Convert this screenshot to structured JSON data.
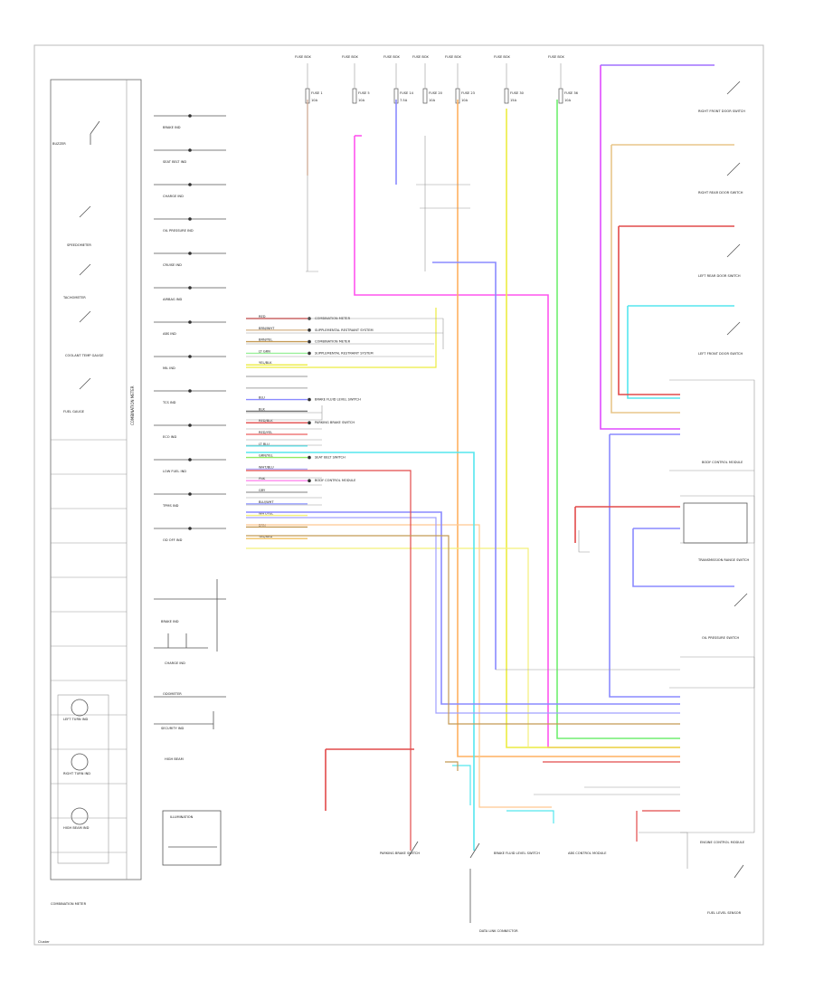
{
  "cluster": {
    "items": [
      {
        "key": "buzzer",
        "label": "BUZZER"
      },
      {
        "key": "speedometer",
        "label": "SPEEDOMETER"
      },
      {
        "key": "tachometer",
        "label": "TACHOMETER"
      },
      {
        "key": "coolant",
        "label": "COOLANT TEMP GAUGE"
      },
      {
        "key": "fuel",
        "label": "FUEL GAUGE"
      }
    ],
    "indicators": [
      "BRAKE IND",
      "SEAT BELT IND",
      "CHARGE IND",
      "OIL PRESSURE IND",
      "CRUISE IND",
      "AIRBAG IND",
      "ABS IND",
      "MIL IND",
      "TCS IND",
      "ECO IND",
      "LOW FUEL IND",
      "TPMS IND",
      "OD OFF IND"
    ],
    "lower_labels": [
      "BRAKE IND",
      "CHARGE IND",
      "ODOMETER",
      "SECURITY IND",
      "HIGH BEAM",
      "ILLUMINATION"
    ],
    "bulbs": [
      "LEFT TURN IND",
      "RIGHT TURN IND",
      "HIGH BEAM IND"
    ],
    "rail": "COMBINATION METER",
    "caption": "COMBINATION METER"
  },
  "fuses": [
    {
      "box": "FUSE BOX",
      "fuse": "FUSE 1",
      "amp": "10A"
    },
    {
      "box": "FUSE BOX",
      "fuse": "FUSE 5",
      "amp": "10A"
    },
    {
      "box": "FUSE BOX",
      "fuse": "FUSE 14",
      "amp": "7.5A"
    },
    {
      "box": "FUSE BOX",
      "fuse": "FUSE 20",
      "amp": "10A"
    },
    {
      "box": "FUSE BOX",
      "fuse": "FUSE 23",
      "amp": "10A"
    },
    {
      "box": "FUSE BOX",
      "fuse": "FUSE 30",
      "amp": "15A"
    },
    {
      "box": "FUSE BOX",
      "fuse": "FUSE 36",
      "amp": "10A"
    }
  ],
  "connector_rows": [
    {
      "color": "RED",
      "label": "COMBINATION METER"
    },
    {
      "color": "BRN/WHT",
      "label": "SUPPLEMENTAL RESTRAINT SYSTEM"
    },
    {
      "color": "BRN/YEL",
      "label": "COMBINATION METER"
    },
    {
      "color": "LT GRN",
      "label": "SUPPLEMENTAL RESTRAINT SYSTEM"
    },
    {
      "color": "YEL/BLK",
      "label": ""
    },
    {
      "color": "",
      "label": ""
    },
    {
      "color": "",
      "label": ""
    },
    {
      "color": "BLU",
      "label": "BRAKE FLUID LEVEL SWITCH"
    },
    {
      "color": "BLK",
      "label": ""
    },
    {
      "color": "RED/BLK",
      "label": "PARKING BRAKE SWITCH"
    },
    {
      "color": "RED/YEL",
      "label": ""
    },
    {
      "color": "LT BLU",
      "label": ""
    },
    {
      "color": "GRN/YEL",
      "label": "SEAT BELT SWITCH"
    },
    {
      "color": "WHT/BLU",
      "label": ""
    },
    {
      "color": "PNK",
      "label": "BODY CONTROL MODULE"
    },
    {
      "color": "GRY",
      "label": ""
    },
    {
      "color": "BLU/WHT",
      "label": ""
    },
    {
      "color": "WHT/YEL",
      "label": ""
    },
    {
      "color": "BRN",
      "label": ""
    },
    {
      "color": "YEL/RED",
      "label": ""
    }
  ],
  "right_components": [
    "RIGHT FRONT DOOR SWITCH",
    "RIGHT REAR DOOR SWITCH",
    "LEFT REAR DOOR SWITCH",
    "LEFT FRONT DOOR SWITCH",
    "BODY CONTROL MODULE",
    "TRANSMISSION RANGE SWITCH",
    "OIL PRESSURE SWITCH",
    "ENGINE CONTROL MODULE",
    "FUEL LEVEL SENSOR"
  ],
  "bottom_components": [
    "PARKING BRAKE SWITCH",
    "BRAKE FLUID LEVEL SWITCH",
    "DATA LINK CONNECTOR",
    "ABS CONTROL MODULE"
  ],
  "page_label": "Cluster",
  "colors": {
    "pink": "#ff55ee",
    "magenta": "#e04aff",
    "orange": "#ffb060",
    "yellow": "#ecec40",
    "green": "#70ee70",
    "cyan": "#55e6ee",
    "blue": "#8a8aff",
    "red": "#e24a4a",
    "brown": "#b88a50",
    "tan": "#e8c68a"
  }
}
